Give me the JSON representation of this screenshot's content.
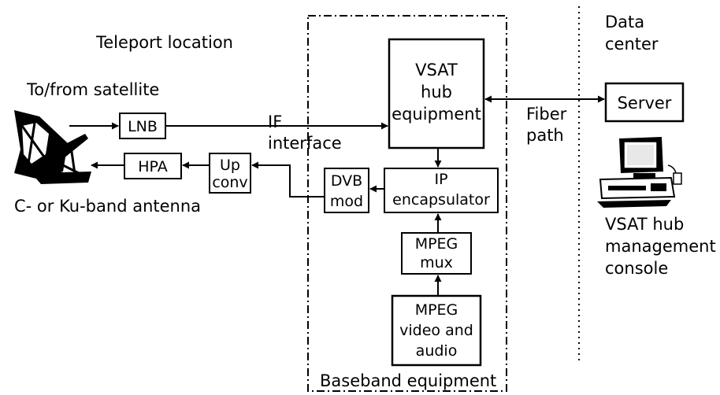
{
  "labels": {
    "teleport": "Teleport location",
    "satellite": "To/from satellite",
    "antenna": "C- or Ku-band antenna",
    "if_1": "IF",
    "if_2": "interface",
    "fiber_1": "Fiber",
    "fiber_2": "path",
    "datacenter_1": "Data",
    "datacenter_2": "center",
    "console_1": "VSAT hub",
    "console_2": "management",
    "console_3": "console",
    "baseband": "Baseband equipment"
  },
  "blocks": {
    "lnb": "LNB",
    "hpa": "HPA",
    "upconv_1": "Up",
    "upconv_2": "conv",
    "vsat_1": "VSAT",
    "vsat_2": "hub",
    "vsat_3": "equipment",
    "server": "Server",
    "dvb_1": "DVB",
    "dvb_2": "mod",
    "ip_1": "IP",
    "ip_2": "encapsulator",
    "mux_1": "MPEG",
    "mux_2": "mux",
    "av_1": "MPEG",
    "av_2": "video and",
    "av_3": "audio"
  }
}
